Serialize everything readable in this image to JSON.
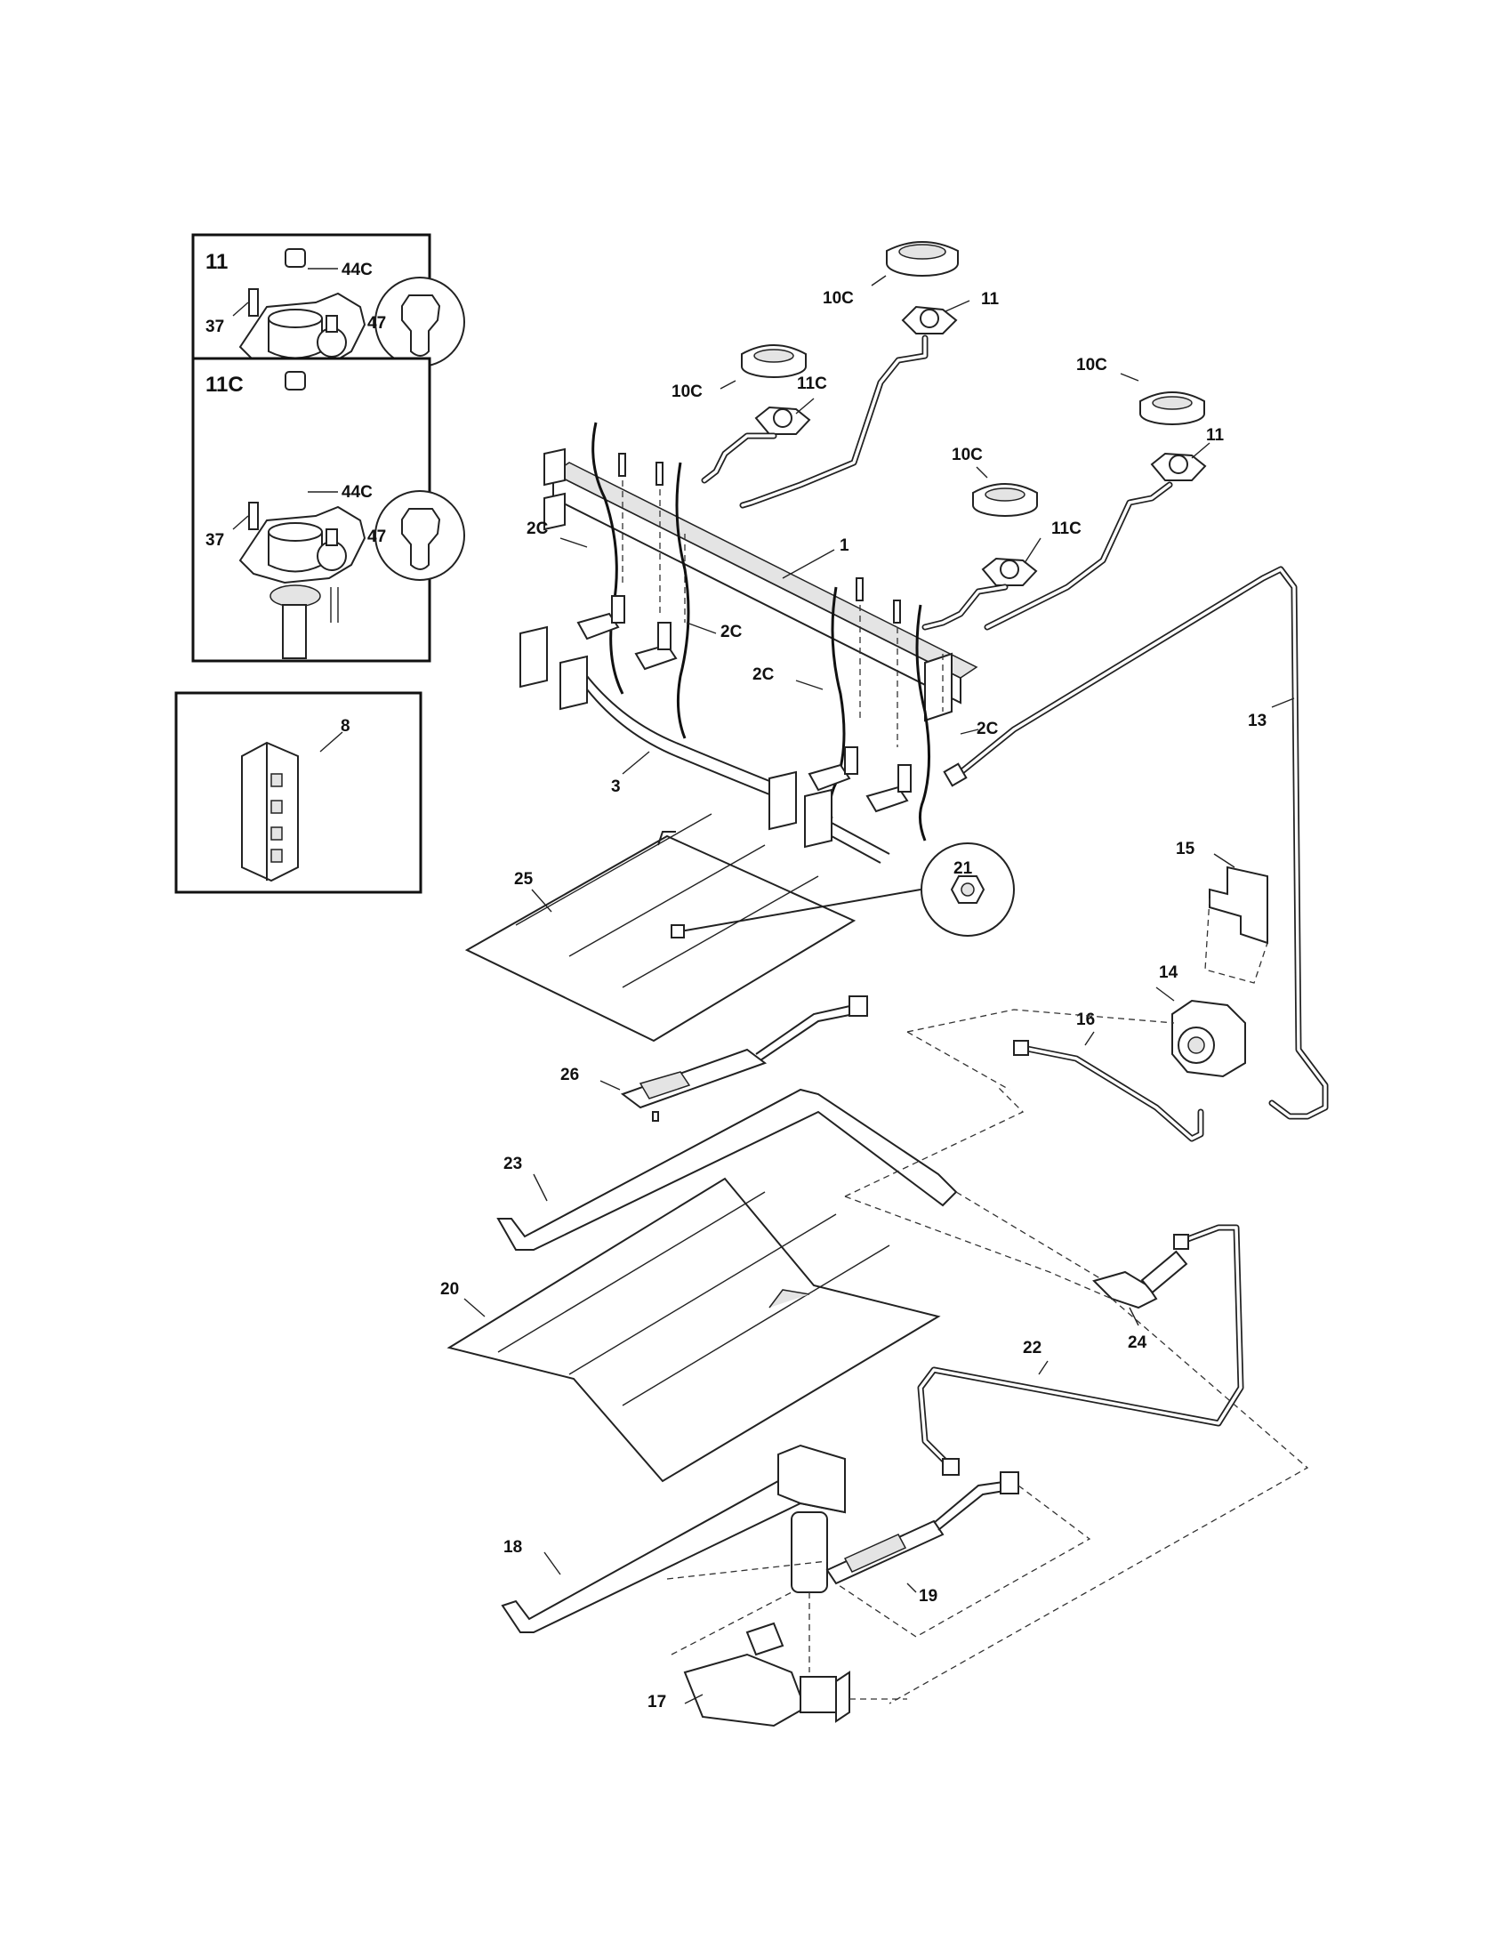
{
  "insets": {
    "burner_11": {
      "title": "11",
      "labels": {
        "cap_screw": "44C",
        "screw": "37",
        "orifice": "47"
      }
    },
    "burner_11c": {
      "title": "11C",
      "labels": {
        "cap_screw": "44C",
        "screw": "37",
        "orifice": "47"
      }
    },
    "spark_module": {
      "labels": {
        "module": "8"
      }
    }
  },
  "callouts": {
    "head_top": "10C",
    "base_top": "11",
    "head_left": "10C",
    "base_left": "11C",
    "head_right": "10C",
    "base_right": "11",
    "head_mid": "10C",
    "base_mid": "11C",
    "manifold": "1",
    "wire_a": "2C",
    "wire_b": "2C",
    "wire_c": "2C",
    "wire_d": "2C",
    "bracket": "3",
    "tube_13": "13",
    "bracket_15": "15",
    "regulator_14": "14",
    "tube_16": "16",
    "nut_21": "21",
    "shield_25": "25",
    "igniter_26": "26",
    "burner_23": "23",
    "fitting_24": "24",
    "baffle_20": "20",
    "tube_22": "22",
    "burner_18": "18",
    "igniter_19": "19",
    "valve_17": "17"
  }
}
